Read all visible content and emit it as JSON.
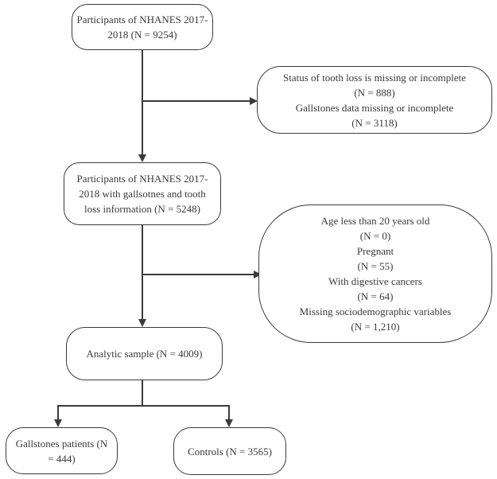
{
  "flowchart": {
    "background": "#ffffff",
    "line_color": "#3b3b3b",
    "text_color": "#3a3a3a",
    "nodes": {
      "top": {
        "text": "Participants of NHANES 2017-\n2018 (N = 9254)"
      },
      "exclusion1": {
        "text": "Status of tooth loss is missing or incomplete\n(N = 888)\nGallstones data missing or incomplete\n(N = 3118)"
      },
      "middle": {
        "text": "Participants of NHANES 2017-\n2018 with gallsotnes and tooth\nloss information (N = 5248)"
      },
      "exclusion2": {
        "text": "Age less than 20 years old\n(N = 0)\nPregnant\n(N = 55)\nWith digestive cancers\n(N = 64)\nMissing sociodemographic variables\n(N = 1,210)"
      },
      "analytic": {
        "text": "Analytic sample (N = 4009)"
      },
      "gallstones": {
        "text": "Gallstones patients (N\n= 444)"
      },
      "controls": {
        "text": "Controls (N = 3565)"
      }
    }
  }
}
